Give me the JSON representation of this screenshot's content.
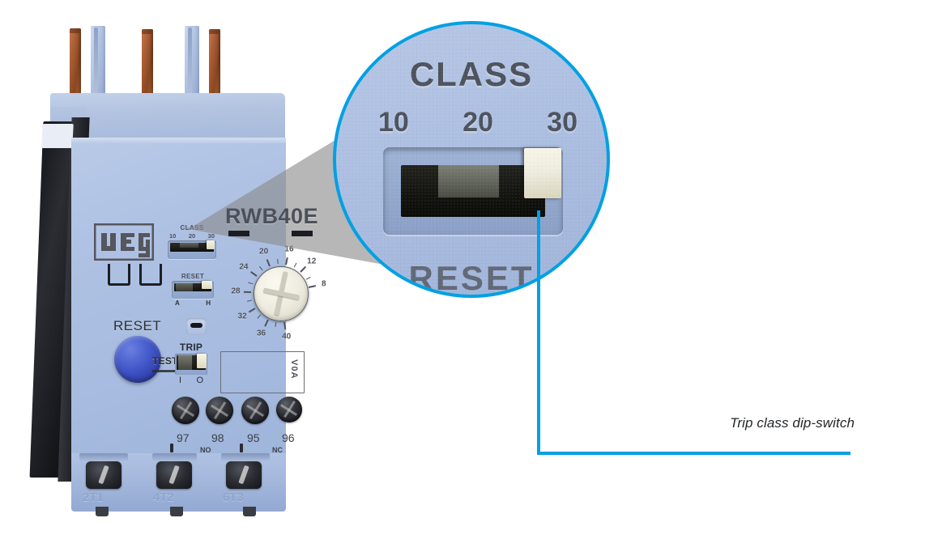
{
  "accent": {
    "callout_blue": "#00A0E3",
    "body_blue": "#AEC0E2",
    "cone_gray": "#808080",
    "reset_button_blue": "#3a4dc0",
    "copper": "#A85C33"
  },
  "caption": {
    "text": "Trip class dip-switch"
  },
  "device": {
    "brand": "WEG",
    "model": "RWB40E",
    "class_switch": {
      "title": "CLASS",
      "options": [
        "10",
        "20",
        "30"
      ],
      "selected": "30"
    },
    "reset_switch": {
      "title": "RESET",
      "options": [
        "A",
        "H"
      ],
      "selected": "H"
    },
    "reset_button_label": "RESET",
    "test_label": "TEST",
    "trip_switch": {
      "title": "TRIP",
      "options": [
        "I",
        "O"
      ],
      "selected": "O"
    },
    "dial": {
      "unit_box_label": "V0A",
      "ticks": [
        "8",
        "12",
        "16",
        "20",
        "24",
        "28",
        "32",
        "36",
        "40"
      ]
    },
    "aux_terminals": {
      "numbers": [
        "97",
        "98",
        "95",
        "96"
      ],
      "contact_labels": [
        "NO",
        "NC"
      ]
    },
    "power_terminals": [
      "2T1",
      "4T2",
      "6T3"
    ]
  },
  "magnifier": {
    "class_title": "CLASS",
    "class_options": [
      "10",
      "20",
      "30"
    ],
    "selected_class": "30",
    "partial_label_below": "RESET"
  }
}
